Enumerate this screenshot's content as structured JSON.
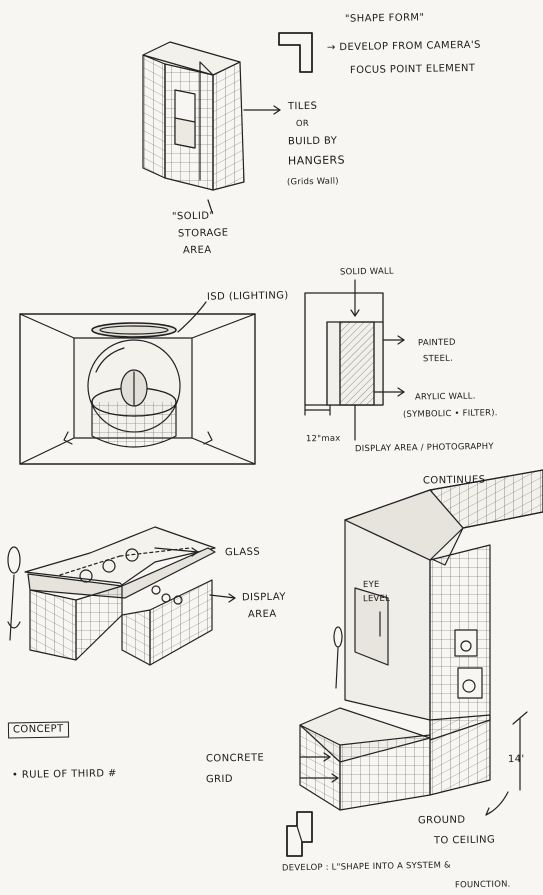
{
  "labels": {
    "shape_form": "\"SHAPE FORM\"",
    "develop_camera_1": "→ DEVELOP FROM CAMERA'S",
    "develop_camera_2": "FOCUS POINT ELEMENT",
    "tiles": "TILES",
    "or": "OR",
    "build_by": "BUILD BY",
    "hangers": "HANGERS",
    "grids_wall": "(Grids Wall)",
    "solid": "\"SOLID\"",
    "storage": "STORAGE",
    "area": "AREA",
    "lighting": "ISD (LIGHTING)",
    "solid_wall": "SOLID WALL",
    "painted": "PAINTED",
    "steel": "STEEL.",
    "acrylic_wall": "ARYLIC WALL.",
    "symbolic_filter": "(SYMBOLIC • FILTER).",
    "dim_12": "12\"max",
    "display_photography": "DISPLAY AREA / PHOTOGRAPHY",
    "continues": "CONTINUES",
    "glass": "GLASS",
    "display": "DISPLAY",
    "display_area": "AREA",
    "eye": "EYE",
    "level": "LEVEL",
    "concept": "CONCEPT",
    "rule_of_third": "• RULE OF THIRD #",
    "concrete": "CONCRETE",
    "grid": "GRID",
    "dim_14": "14'",
    "ground": "GROUND",
    "to_ceiling": "TO CEILING",
    "develop_l_1": "DEVELOP : L\"SHAPE INTO A SYSTEM &",
    "develop_l_2": "FOUNCTION."
  }
}
